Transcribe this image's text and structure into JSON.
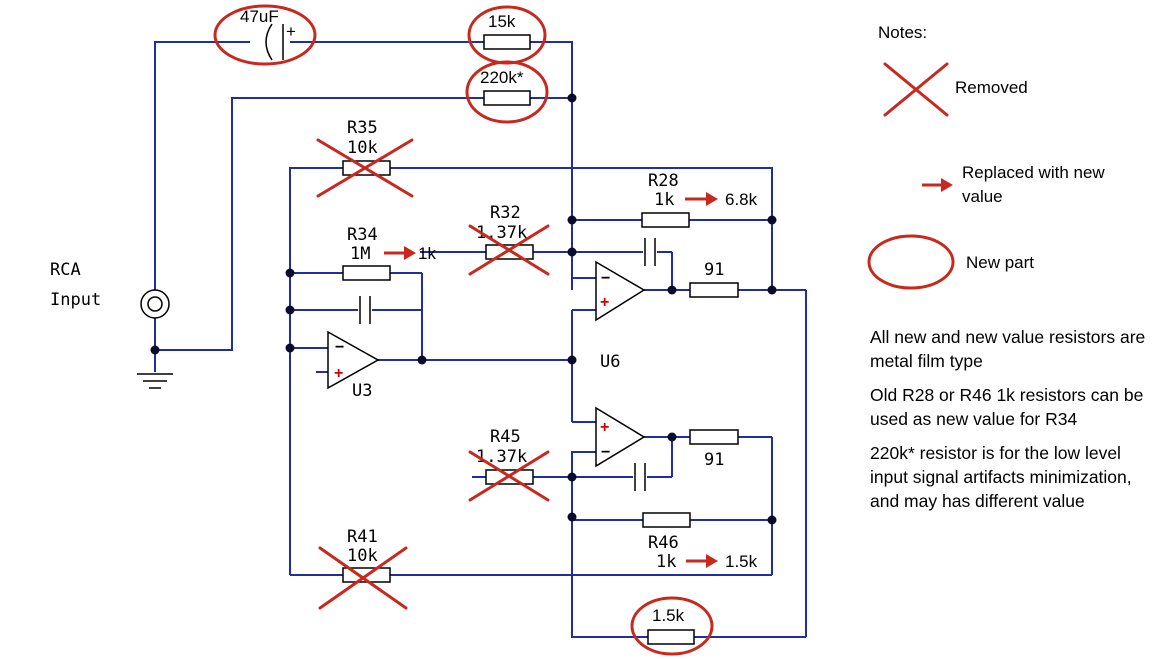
{
  "labels": {
    "r35_ref": "R35",
    "r35_val": "10k",
    "r34_ref": "R34",
    "r34_val": "1M",
    "r34_new": "1k",
    "r32_ref": "R32",
    "r32_val": "1.37k",
    "r28_ref": "R28",
    "r28_val": "1k",
    "r28_new": "6.8k",
    "r45_ref": "R45",
    "r45_val": "1.37k",
    "r46_ref": "R46",
    "r46_val": "1k",
    "r46_new": "1.5k",
    "r41_ref": "R41",
    "r41_val": "10k",
    "res_91_top": "91",
    "res_91_bottom": "91",
    "new_cap": "47uF",
    "new_15k": "15k",
    "new_220k": "220k*",
    "new_1_5k": "1.5k",
    "u3": "U3",
    "u6": "U6",
    "rca_line1": "RCA",
    "rca_line2": "Input",
    "cap_plus": "+"
  },
  "legend": {
    "title": "Notes:",
    "removed": "Removed",
    "replaced_line1": "Replaced with new",
    "replaced_line2": "value",
    "new_part": "New part"
  },
  "notes": [
    "All new and new value resistors are metal film type",
    "Old R28 or R46 1k resistors can be used as new value for R34",
    "220k* resistor is for the low level input signal artifacts minimization, and may has different value"
  ],
  "colors": {
    "wire": "#1f2f9f",
    "annotation": "#c8281e"
  }
}
